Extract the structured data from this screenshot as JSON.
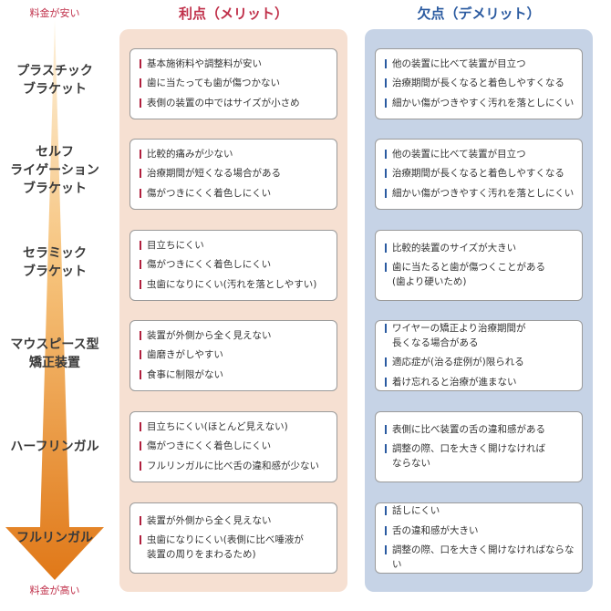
{
  "scale": {
    "top_label": "料金が安い",
    "bottom_label": "料金が高い"
  },
  "columns": {
    "merit": {
      "title": "利点（メリット）",
      "color": "#c0304a"
    },
    "demerit": {
      "title": "欠点（デメリット）",
      "color": "#2a5aa0"
    }
  },
  "types": [
    {
      "label_lines": [
        "プラスチック",
        "ブラケット"
      ],
      "merits": [
        "基本施術料や調整料が安い",
        "歯に当たっても歯が傷つかない",
        "表側の装置の中ではサイズが小さめ"
      ],
      "demerits": [
        "他の装置に比べて装置が目立つ",
        "治療期間が長くなると着色しやすくなる",
        "細かい傷がつきやすく汚れを落としにくい"
      ]
    },
    {
      "label_lines": [
        "セルフ",
        "ライゲーション",
        "ブラケット"
      ],
      "merits": [
        "比較的痛みが少ない",
        "治療期間が短くなる場合がある",
        "傷がつきにくく着色しにくい"
      ],
      "demerits": [
        "他の装置に比べて装置が目立つ",
        "治療期間が長くなると着色しやすくなる",
        "細かい傷がつきやすく汚れを落としにくい"
      ]
    },
    {
      "label_lines": [
        "セラミック",
        "ブラケット"
      ],
      "merits": [
        "目立ちにくい",
        "傷がつきにくく着色しにくい",
        "虫歯になりにくい(汚れを落としやすい)"
      ],
      "demerits": [
        "比較的装置のサイズが大きい",
        "歯に当たると歯が傷つくことがある\n(歯より硬いため)"
      ]
    },
    {
      "label_lines": [
        "マウスピース型",
        "矯正装置"
      ],
      "merits": [
        "装置が外側から全く見えない",
        "歯磨きがしやすい",
        "食事に制限がない"
      ],
      "demerits": [
        "ワイヤーの矯正より治療期間が\n長くなる場合がある",
        "適応症が(治る症例が)限られる",
        "着け忘れると治療が進まない"
      ]
    },
    {
      "label_lines": [
        "ハーフリンガル"
      ],
      "merits": [
        "目立ちにくい(ほとんど見えない)",
        "傷がつきにくく着色しにくい",
        "フルリンガルに比べ舌の違和感が少ない"
      ],
      "demerits": [
        "表側に比べ装置の舌の違和感がある",
        "調整の際、口を大きく開けなければ\nならない"
      ]
    },
    {
      "label_lines": [
        "フルリンガル"
      ],
      "merits": [
        "装置が外側から全く見えない",
        "虫歯になりにくい(表側に比べ唾液が\n装置の周りをまわるため)"
      ],
      "demerits": [
        "話しにくい",
        "舌の違和感が大きい",
        "調整の際、口を大きく開けなければならない"
      ]
    }
  ],
  "colors": {
    "arrow_top": "#fbe6c4",
    "arrow_bottom": "#e07818",
    "merit_bg": "#f6e0d2",
    "demerit_bg": "#c6d3e6"
  }
}
